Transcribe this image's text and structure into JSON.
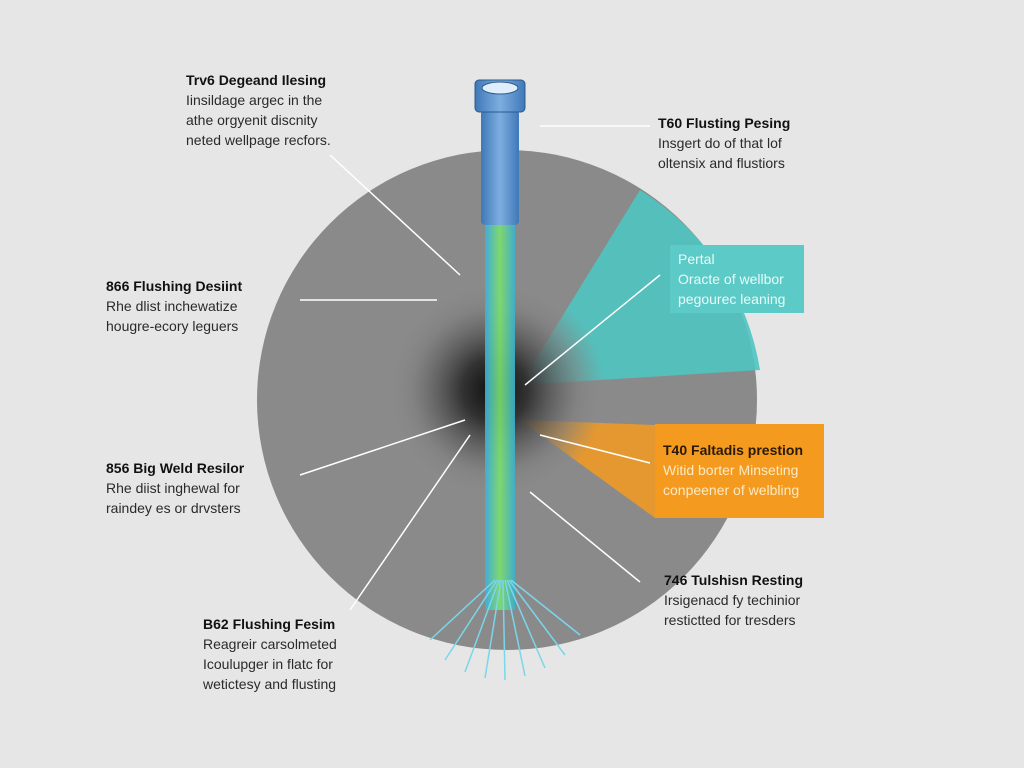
{
  "colors": {
    "background": "#e6e6e6",
    "disk": "#8a8a8a",
    "teal": "#4fc4c0",
    "orange": "#f39a1f",
    "pipe": "#5b93cf"
  },
  "labels": [
    {
      "title": "Trv6 Degeand Ilesing",
      "lines": [
        "Iinsildage argec in the",
        "athe orgyenit discnity",
        "neted wellpage recfors."
      ]
    },
    {
      "title": "T60 Flusting Pesing",
      "lines": [
        "Insgert do of that lof",
        "oltensix and flustiors"
      ]
    },
    {
      "title": "866 Flushing Desiint",
      "lines": [
        "Rhe dlist inchewatize",
        "hougre-ecory leguers"
      ]
    },
    {
      "title": "856 Big Weld Resilor",
      "lines": [
        "Rhe diist inghewal for",
        "raindey es or drvsters"
      ]
    },
    {
      "title": "746 Tulshisn Resting",
      "lines": [
        "Irsigenacd fy techinior",
        "restictted for tresders"
      ]
    },
    {
      "title": "B62 Flushing Fesim",
      "lines": [
        "Reagreir carsolmeted",
        "Icoulupger in flatc for",
        "wetictesy and flusting"
      ]
    }
  ],
  "teal_box": {
    "title": "Pertal",
    "lines": [
      "Oracte of wellbor",
      "pegourec leaning"
    ]
  },
  "orange_box": {
    "title": "T40 Faltadis prestion",
    "lines": [
      "Witid borter Minseting",
      "conpeener of welbling"
    ]
  }
}
